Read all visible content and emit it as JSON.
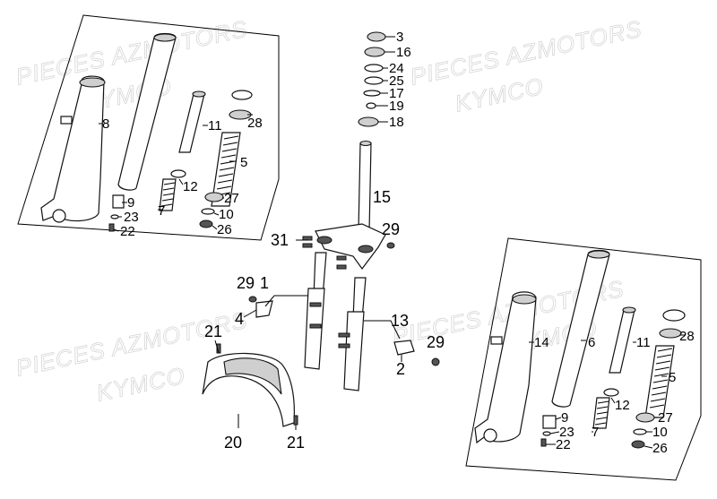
{
  "watermarks": [
    {
      "text": "PIECES AZMOTORS"
    },
    {
      "text": "KYMCO"
    },
    {
      "text": "PIECES AZMOTORS"
    },
    {
      "text": "KYMCO"
    },
    {
      "text": "PIECES AZMOTORS"
    },
    {
      "text": "KYMCO"
    },
    {
      "text": "PIECES AZMOTORS"
    },
    {
      "text": "KYMCO"
    }
  ],
  "callouts": {
    "c3": "3",
    "c16": "16",
    "c24": "24",
    "c25": "25",
    "c17": "17",
    "c19": "19",
    "c18": "18",
    "c15": "15",
    "c29a": "29",
    "c31": "31",
    "c8": "8",
    "c11a": "11",
    "c28a": "28",
    "c5a": "5",
    "c12a": "12",
    "c27a": "27",
    "c7a": "7",
    "c9a": "9",
    "c23a": "23",
    "c22a": "22",
    "c10a": "10",
    "c26a": "26",
    "c29b": "29",
    "c1": "1",
    "c4": "4",
    "c13": "13",
    "c29c": "29",
    "c2": "2",
    "c21a": "21",
    "c20": "20",
    "c21b": "21",
    "c14": "14",
    "c6": "6",
    "c11b": "11",
    "c28b": "28",
    "c5b": "5",
    "c12b": "12",
    "c27b": "27",
    "c9b": "9",
    "c10b": "10",
    "c23b": "23",
    "c7b": "7",
    "c22b": "22",
    "c26b": "26"
  }
}
